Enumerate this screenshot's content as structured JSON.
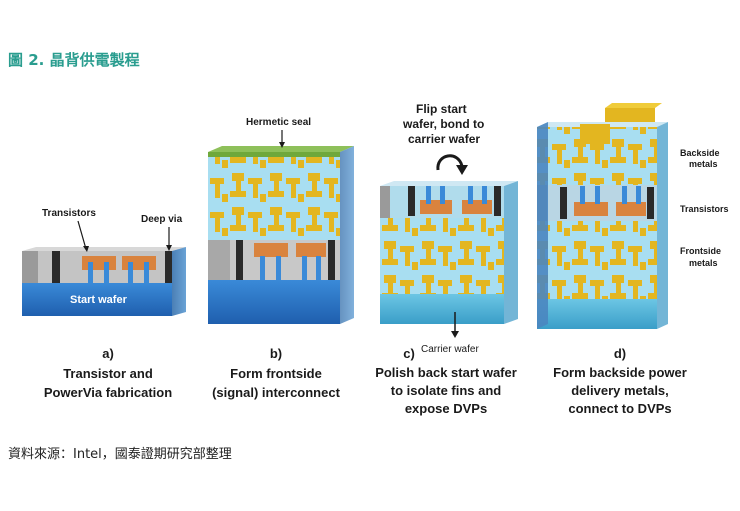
{
  "figure": {
    "title": "圖 2. 晶背供電製程",
    "source": "資料來源：Intel，國泰證期研究部整理"
  },
  "colors": {
    "title": "#2a9d8f",
    "wafer_blue": "#2f7fd0",
    "dielectric_cyan": "#a6dff0",
    "metal_gold": "#e3b620",
    "transistor_orange": "#d9833e",
    "seal_green": "#6fa83b",
    "gray_layer": "#bdbdbd"
  },
  "steps": [
    {
      "id": "a",
      "letter": "a)",
      "caption": [
        "Transistor and",
        "PowerVia fabrication"
      ],
      "labels": {
        "transistors": "Transistors",
        "deep_via": "Deep via",
        "start_wafer": "Start wafer"
      }
    },
    {
      "id": "b",
      "letter": "b)",
      "caption": [
        "Form frontside",
        "(signal) interconnect"
      ],
      "labels": {
        "hermetic_seal": "Hermetic seal"
      }
    },
    {
      "id": "c",
      "letter": "c)",
      "caption": [
        "Polish back start wafer",
        "to isolate fins and",
        "expose DVPs"
      ],
      "labels": {
        "flip": [
          "Flip start",
          "wafer, bond to",
          "carrier wafer"
        ],
        "carrier_wafer": "Carrier wafer"
      }
    },
    {
      "id": "d",
      "letter": "d)",
      "caption": [
        "Form backside power",
        "delivery metals,",
        "connect to DVPs"
      ],
      "labels": {
        "backside_metals": [
          "Backside",
          "metals"
        ],
        "transistors": "Transistors",
        "frontside_metals": [
          "Frontside",
          "metals"
        ]
      }
    }
  ]
}
